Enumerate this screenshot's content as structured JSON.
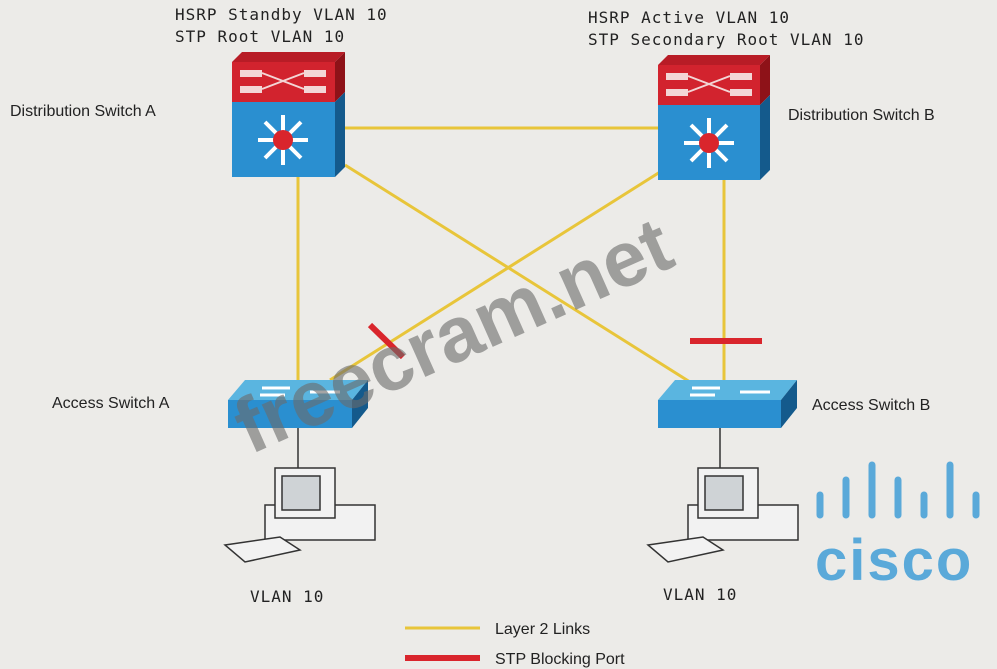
{
  "labels": {
    "dist_a_role1": "HSRP Standby VLAN 10",
    "dist_a_role2": "STP Root VLAN 10",
    "dist_b_role1": "HSRP Active VLAN 10",
    "dist_b_role2": "STP Secondary Root VLAN 10",
    "dist_a": "Distribution Switch A",
    "dist_b": "Distribution Switch B",
    "access_a": "Access Switch A",
    "access_b": "Access Switch B",
    "vlan_a": "VLAN 10",
    "vlan_b": "VLAN 10"
  },
  "legend": {
    "layer2": "Layer 2 Links",
    "blocking": "STP Blocking Port"
  },
  "watermark": {
    "text": "freecram.net",
    "logo": "cisco"
  },
  "colors": {
    "link": "#e8c53a",
    "blocking": "#d9252c",
    "switch_blue": "#2a8fd0",
    "router_red": "#d2232e"
  }
}
